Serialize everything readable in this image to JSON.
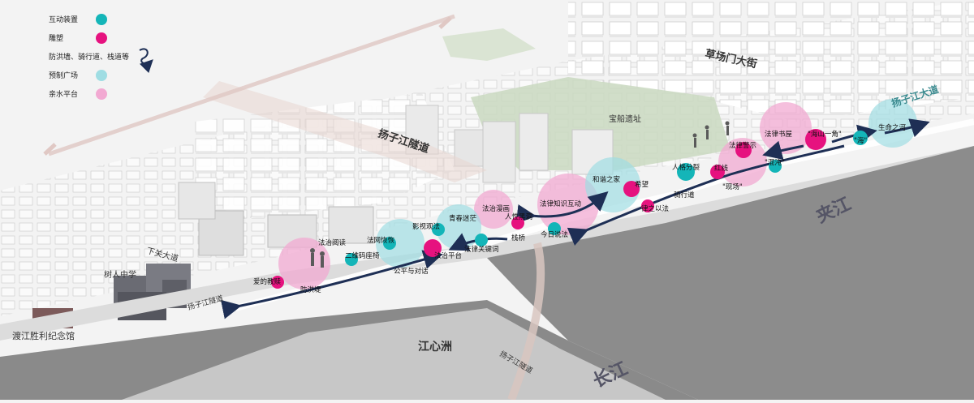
{
  "legend": {
    "interactive": "互动装置",
    "sculpture": "雕塑",
    "path": "防洪墙、骑行道、栈道等",
    "plaza": "预制广场",
    "platform": "亲水平台"
  },
  "colors": {
    "interactive": "#14b5b8",
    "sculpture": "#e6127f",
    "path": "#1e2f55",
    "plaza": "#9fdde3",
    "platform": "#f2a9d2",
    "river": "#8b8b8b",
    "greenspace": "#c9d8c0"
  },
  "places": {
    "caochang_street": "草场门大街",
    "yangzi_road": "扬子江大道",
    "baochuan": "宝船遗址",
    "yangzi_tunnel_1": "扬子江隧道",
    "yangzi_tunnel_2": "扬子江隧道",
    "yangzi_tunnel_3": "扬子江隧道",
    "xiaguan_road": "下关大道",
    "school": "树人中学",
    "memorial": "渡江胜利纪念馆",
    "jiangxinzhou": "江心洲",
    "changjiang_1": "夹江",
    "changjiang_2": "长江"
  },
  "labels": {
    "l_love": "爱的教赎",
    "l_flood": "防洪堤",
    "l_read": "法治阅读",
    "l_qr": "二维码座椅",
    "l_net": "法网恢恢",
    "l_fair": "公平与对话",
    "l_film": "影视观法",
    "l_youth": "青春迷茫",
    "l_comic": "法治漫画",
    "l_platform": "法治平台",
    "l_keyword": "法律关键词",
    "l_dark": "人性黑洞",
    "l_trestle": "栈桥",
    "l_today": "今日说法",
    "l_knowledge": "法律知识互动",
    "l_harmony": "和谐之家",
    "l_hope": "希望",
    "l_bylaw": "律之以法",
    "l_bike": "骑行道",
    "l_choice": "人格分裂",
    "l_redline": "红线",
    "l_scene": "\"现场\"",
    "l_warning": "法律警示",
    "l_chaos": "\"混沌\"",
    "l_books": "法律书屋",
    "l_corner": "\"海山一角\"",
    "l_sea": "\"海\"",
    "l_life": "生命之河"
  }
}
